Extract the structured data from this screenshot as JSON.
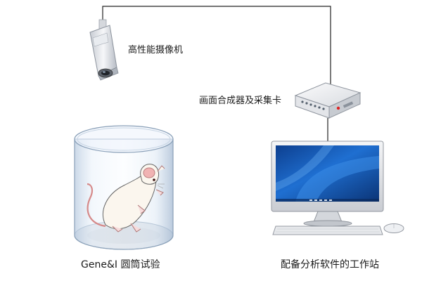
{
  "labels": {
    "camera": "高性能摄像机",
    "mixer": "画面合成器及采集卡",
    "test": "Gene&I 圆筒试验",
    "workstation": "配备分析软件的工作站"
  },
  "colors": {
    "wire": "#222222",
    "cylinder_edge": "#8aa0b8",
    "screen": "#1a5fb4",
    "device": "#eceef1"
  },
  "icons": [
    "camera-icon",
    "capture-card-icon",
    "cylinder-icon",
    "mouse-animal-icon",
    "monitor-icon",
    "keyboard-icon",
    "computer-mouse-icon"
  ]
}
